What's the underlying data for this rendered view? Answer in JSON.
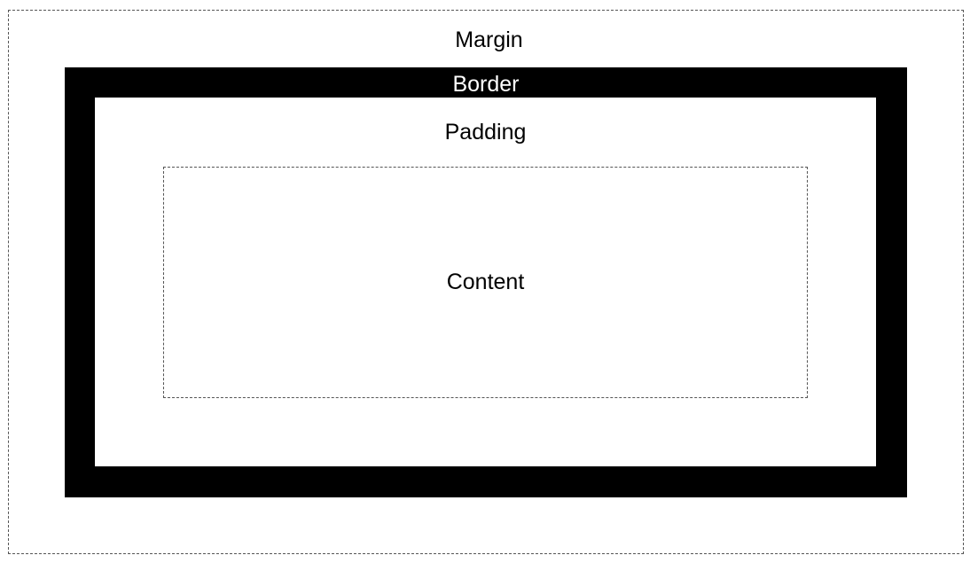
{
  "diagram": {
    "margin_label": "Margin",
    "border_label": "Border",
    "padding_label": "Padding",
    "content_label": "Content"
  },
  "colors": {
    "border_fill": "#000000",
    "background": "#ffffff",
    "dashed_line": "#555555"
  }
}
